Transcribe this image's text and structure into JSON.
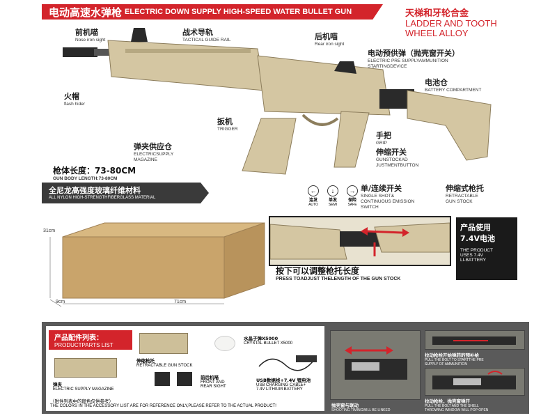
{
  "header": {
    "title_zh": "电动高速水弹枪",
    "title_en": "ELECTRIC DOWN SUPPLY HIGH-SPEED WATER BULLET GUN",
    "material_zh": "天梯和牙轮合金",
    "material_en_1": "LADDER AND TOOTH",
    "material_en_2": "WHEEL ALLOY"
  },
  "labels": {
    "front_sight_zh": "前机喵",
    "front_sight_en": "Nose iron sight",
    "rail_zh": "战术导轨",
    "rail_en": "TACTICAL GUIDE RAIL",
    "rear_sight_zh": "后机喵",
    "rear_sight_en": "Rear iron sight",
    "pre_supply_zh": "电动预供弹（抛壳窗开关）",
    "pre_supply_en_1": "ELECTRIC PRE SUPPLYAMMUNITION",
    "pre_supply_en_2": "STARTINGDEVICE",
    "battery_zh": "电池仓",
    "battery_en": "BATTERY COMPARTMENT",
    "flash_zh": "火帽",
    "flash_en": "flash hider",
    "trigger_zh": "扳机",
    "trigger_en": "TRIGGER",
    "grip_zh": "手把",
    "grip_en": "GRIP",
    "stock_btn_zh": "伸缩开关",
    "stock_btn_en_1": "GUNSTOCKAD",
    "stock_btn_en_2": "JUSTMENTBUTTON",
    "magazine_zh": "弹夹供应仓",
    "magazine_en_1": "ELECTRICSUPPLY",
    "magazine_en_2": "MAGAZINE",
    "length_zh": "枪体长度：73-80CM",
    "length_en": "GUN BODY LENGTH:73-80CM",
    "switch_zh": "单/连续开关",
    "switch_en_1": "SINGLE SHOT&",
    "switch_en_2": "CONTINUOUS EMISSION",
    "switch_en_3": "SWITCH",
    "retract_stock_zh": "伸缩式枪托",
    "retract_stock_en_1": "RETRACTABLE",
    "retract_stock_en_2": "GUN STOCK",
    "mode_auto_zh": "连发",
    "mode_auto_en": "AUTO",
    "mode_semi_zh": "单发",
    "mode_semi_en": "SEMI",
    "mode_safe_zh": "保险",
    "mode_safe_en": "SAFE"
  },
  "nylon": {
    "zh": "全尼龙高强度玻璃纤维材料",
    "en": "ALL NYLON HIGH-STRENGTHFIBERGLASS MATERIAL"
  },
  "box": {
    "height": "31cm",
    "depth": "9cm",
    "length": "71cm"
  },
  "adjust": {
    "zh": "按下可以调整枪托长度",
    "en": "PRESS TOADJUST THELENGTH OF THE GUN STOCK"
  },
  "battery_info": {
    "zh_1": "产品使用",
    "zh_2": "7.4V电池",
    "en_1": "THE PRODUCT",
    "en_2": "USES 7.4V",
    "en_3": "LI-BATTERY"
  },
  "parts": {
    "title_zh": "产品配件列表：",
    "title_en": "PRODUCTPARTS LIST",
    "stock_zh": "伸缩枪托",
    "stock_en": "RETRACTABLE GUN STOCK",
    "crystal_zh": "水晶子弹X5000",
    "crystal_en": "CRYSTAL BULLET X5000",
    "mag_zh": "弹夹",
    "mag_en": "ELECTRIC SUPPLY MAGAZINE",
    "sights_zh": "前后机喵",
    "sights_en_1": "FRONT AND",
    "sights_en_2": "REAR SIGHT",
    "usb_zh": "USB数据线+7.4V 锂电池",
    "usb_en_1": "USB CHARGING CABLE+",
    "usb_en_2": "7.4V LITHIUM BATTERY",
    "note_zh": "（附件列表中的颜色仅供参考）",
    "note_en": "THE COLORS IN THE ACCESSORY LIST ARE FOR REFERENCE ONLY,PLEASE REFER TO THE ACTUAL PRODUCT!"
  },
  "photos": {
    "linked_zh": "抛壳窗与联动",
    "linked_en": "SHOOTING TIMINGWILL BE LINKED",
    "pull_bolt_zh": "拉动枪栓开始弹药的预补给",
    "pull_bolt_en_1": "PULL THE BOLT TO STARTTHE PRE",
    "pull_bolt_en_2": "SUPPLY OF AMMUNITION",
    "shell_zh": "拉动枪栓，抛壳窗弹开",
    "shell_en_1": "PULL THE BOLT AND THE SHELL",
    "shell_en_2": "THROWING WINDOW WILL POP OPEN"
  },
  "colors": {
    "accent_red": "#d3242b",
    "tan": "#d4c6a2",
    "dark": "#2a2a2a"
  }
}
